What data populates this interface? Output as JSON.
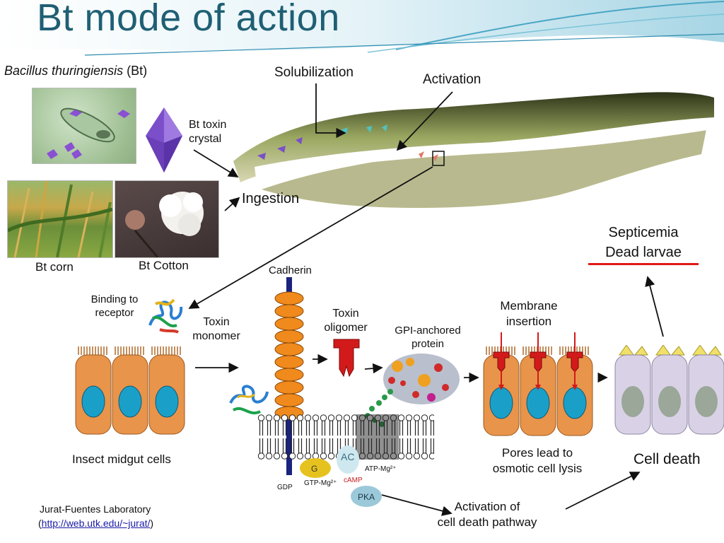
{
  "title": "Bt mode of action",
  "source": {
    "species_italic": "Bacillus thuringiensis",
    "species_suffix": "(Bt)"
  },
  "labels": {
    "bt_toxin_crystal_line1": "Bt toxin",
    "bt_toxin_crystal_line2": "crystal",
    "solubilization": "Solubilization",
    "activation": "Activation",
    "ingestion": "Ingestion",
    "bt_corn": "Bt corn",
    "bt_cotton": "Bt Cotton",
    "septicemia": "Septicemia",
    "dead_larvae": "Dead larvae",
    "binding_line1": "Binding to",
    "binding_line2": "receptor",
    "toxin_monomer_line1": "Toxin",
    "toxin_monomer_line2": "monomer",
    "cadherin": "Cadherin",
    "toxin_oligomer_line1": "Toxin",
    "toxin_oligomer_line2": "oligomer",
    "gpi_line1": "GPI-anchored",
    "gpi_line2": "protein",
    "membrane_line1": "Membrane",
    "membrane_line2": "insertion",
    "insect_midgut_cells": "Insect midgut cells",
    "pores_line1": "Pores lead to",
    "pores_line2": "osmotic cell lysis",
    "cell_death": "Cell death",
    "activation_pathway_line1": "Activation of",
    "activation_pathway_line2": "cell death pathway",
    "ac": "AC",
    "g": "G",
    "gdp": "GDP",
    "gtp": "GTP-Mg²⁺",
    "atp": "ATP-Mg²⁺",
    "camp": "cAMP",
    "pka": "PKA"
  },
  "credit": {
    "lab": "Jurat-Fuentes Laboratory",
    "open_paren": "(",
    "url": "http://web.utk.edu/~jurat/",
    "close_paren": ")"
  },
  "colors": {
    "title": "#1f5f74",
    "crystal": "#7a4fc9",
    "cell_body": "#e8944a",
    "nucleus": "#1aa0c8",
    "dead_cell": "#d9d2e6",
    "cadherin": "#f08a1c",
    "toxin_red": "#d31a1a",
    "septicemia_line": "#e01818",
    "link": "#1a1aa6"
  }
}
